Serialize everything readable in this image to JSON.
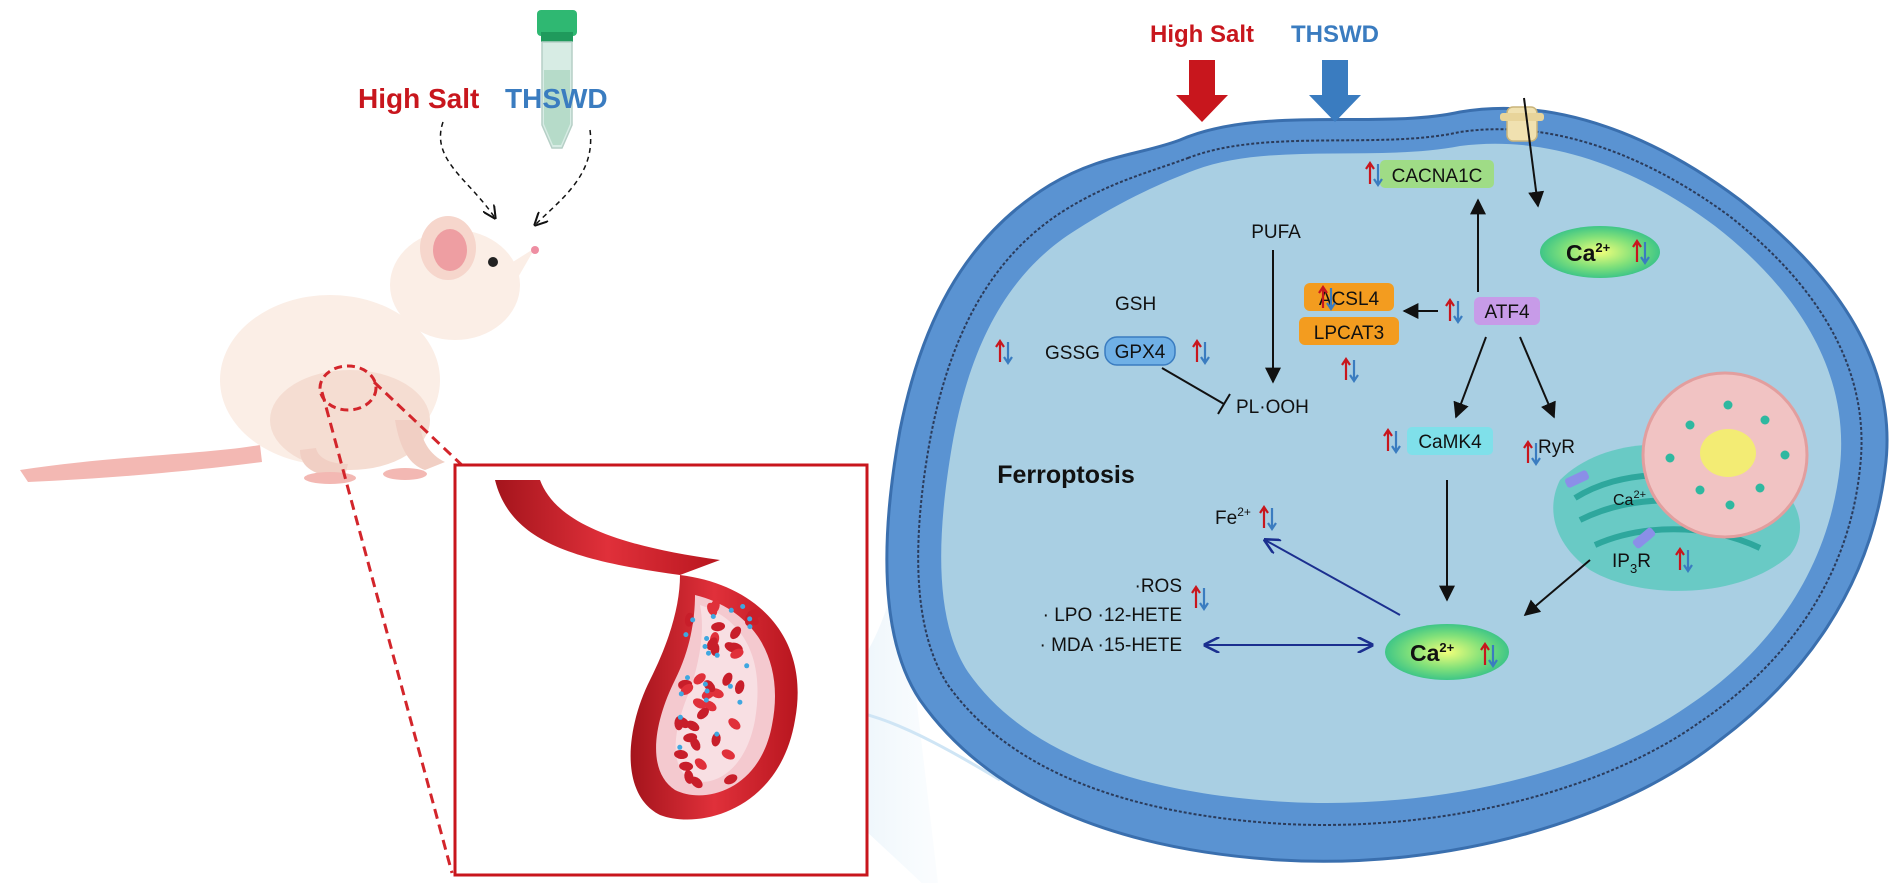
{
  "left": {
    "high_salt": "High Salt",
    "thswd": "THSWD"
  },
  "top": {
    "high_salt": "High Salt",
    "thswd": "THSWD"
  },
  "cell": {
    "cacna1c": "CACNA1C",
    "ca_top": "Ca",
    "ca_bottom": "Ca",
    "ca_sup": "2+",
    "pufa": "PUFA",
    "gsh": "GSH",
    "gssg": "GSSG",
    "gpx4": "GPX4",
    "acsl4": "ACSL4",
    "lpcat3": "LPCAT3",
    "atf4": "ATF4",
    "ploo": "PL·OOH",
    "camk4": "CaMK4",
    "ryr": "RyR",
    "ca_er": "Ca",
    "ip3r_main": "IP",
    "ip3r_sub": "3",
    "ip3r_tail": "R",
    "ferroptosis": "Ferroptosis",
    "fe": "Fe",
    "fe_sup": "2+",
    "ros": "·ROS",
    "lpo": "· LPO  ·12-HETE",
    "mda": "· MDA ·15-HETE"
  },
  "colors": {
    "red": "#c8161d",
    "blue": "#3a7cc0",
    "cell_blue": "#4b86c9",
    "cytoplasm": "#a9cfe3",
    "green_box": "#9fdc86",
    "orange_box": "#f39c1f",
    "purple_box": "#c79be8",
    "cyan_box": "#7fe0ea",
    "gpx_box": "#6fb0e6",
    "navy_arrow": "#1b2f8f"
  }
}
